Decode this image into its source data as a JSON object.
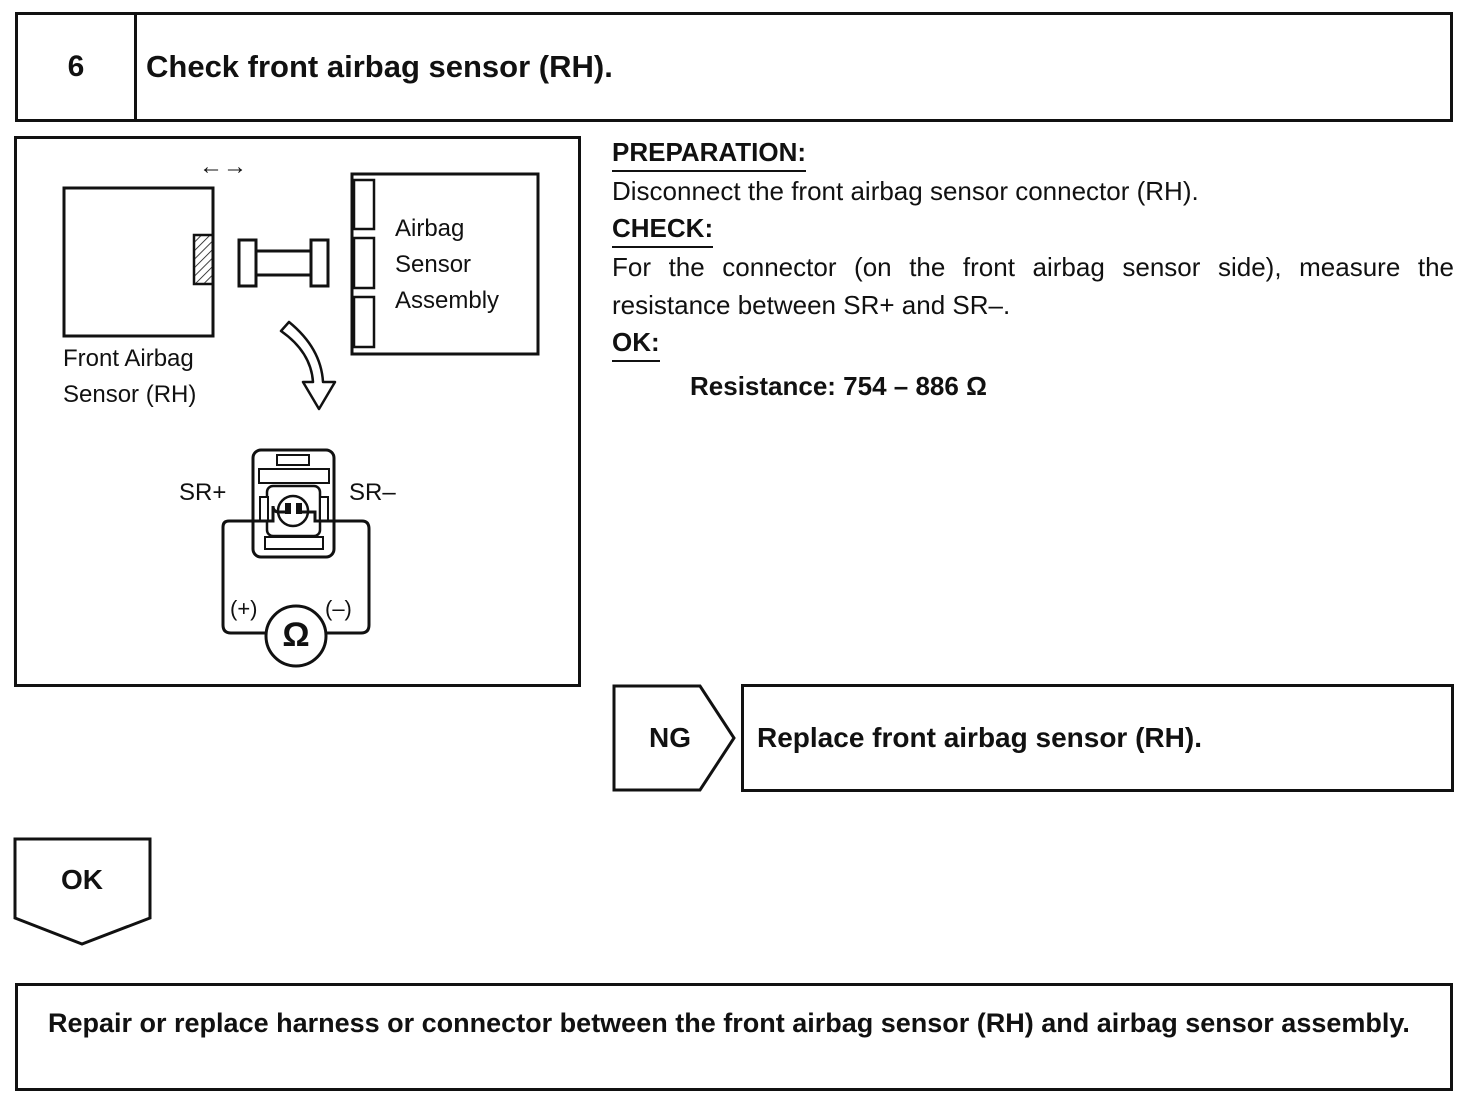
{
  "step": {
    "number": "6",
    "title": "Check front airbag sensor (RH)."
  },
  "diagram": {
    "sensor_label_line1": "Front Airbag",
    "sensor_label_line2": "Sensor (RH)",
    "assembly_label_line1": "Airbag",
    "assembly_label_line2": "Sensor",
    "assembly_label_line3": "Assembly",
    "disconnect_arrows": "←→",
    "terminal_plus": "SR+",
    "terminal_minus": "SR–",
    "probe_plus": "(+)",
    "probe_minus": "(–)",
    "ohm_symbol": "Ω"
  },
  "instructions": {
    "preparation_heading": "PREPARATION:",
    "preparation_text": "Disconnect the front airbag sensor connector (RH).",
    "check_heading": "CHECK:",
    "check_text": "For the connector (on the front airbag sensor side), measure the resistance between SR+ and SR–.",
    "ok_heading": "OK:",
    "spec": "Resistance: 754 – 886 Ω"
  },
  "ng_branch": {
    "label": "NG",
    "action": "Replace front airbag sensor (RH)."
  },
  "ok_branch": {
    "label": "OK"
  },
  "final_action": "Repair or replace harness or connector between the front airbag sensor (RH) and airbag sensor assembly."
}
